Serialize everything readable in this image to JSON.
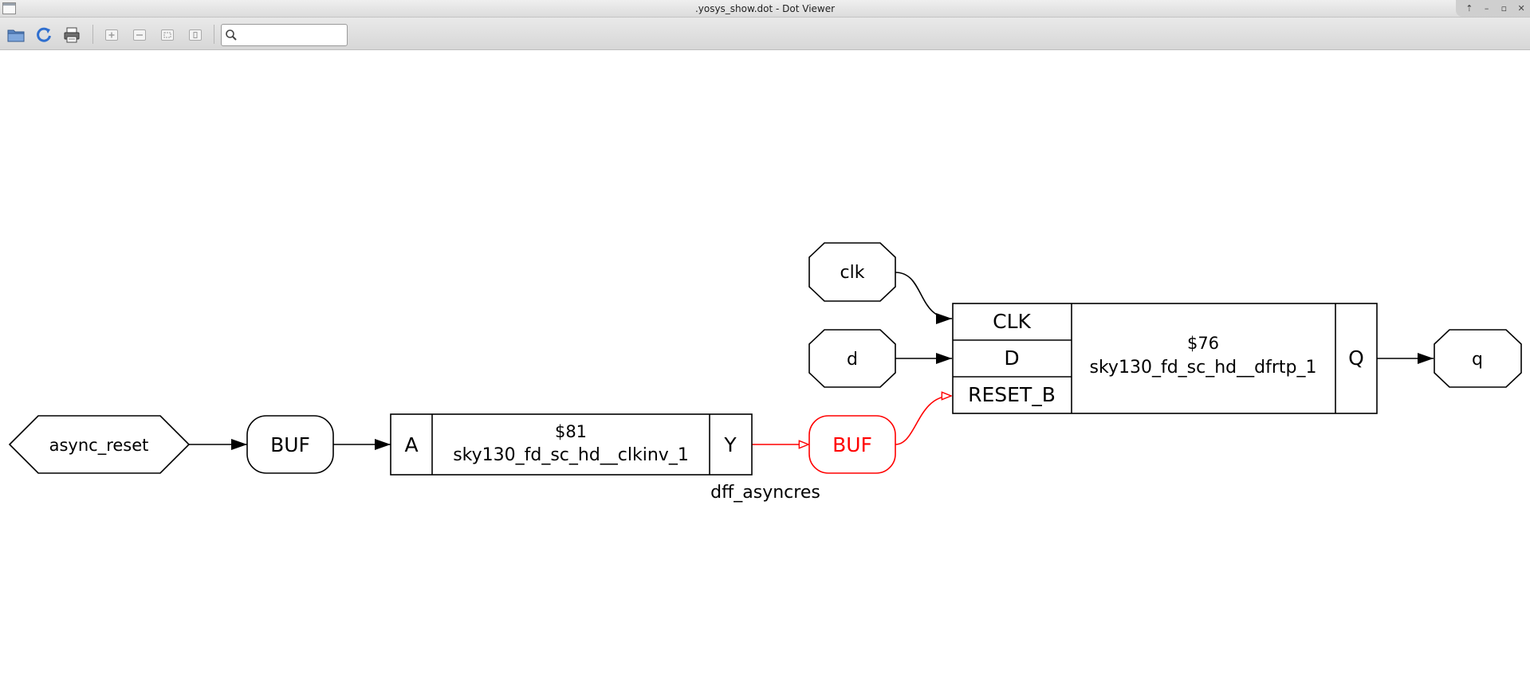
{
  "window": {
    "title": ".yosys_show.dot - Dot Viewer"
  },
  "toolbar": {
    "buttons": [
      {
        "name": "open-file",
        "icon": "folder-icon"
      },
      {
        "name": "reload",
        "icon": "refresh-icon"
      },
      {
        "name": "print",
        "icon": "printer-icon"
      },
      {
        "name": "zoom-in",
        "icon": "zoom-in-icon"
      },
      {
        "name": "zoom-out",
        "icon": "zoom-out-icon"
      },
      {
        "name": "zoom-fit",
        "icon": "zoom-fit-icon"
      },
      {
        "name": "zoom-100",
        "icon": "zoom-100-icon"
      }
    ],
    "search": {
      "value": "",
      "placeholder": ""
    }
  },
  "graph": {
    "nodes": {
      "async_reset": "async_reset",
      "buf1": "BUF",
      "inv_a": "A",
      "inv_id": "$81",
      "inv_type": "sky130_fd_sc_hd__clkinv_1",
      "inv_y": "Y",
      "buf2": "BUF",
      "clk": "clk",
      "d": "d",
      "ff_clk": "CLK",
      "ff_d": "D",
      "ff_reset": "RESET_B",
      "ff_id": "$76",
      "ff_type": "sky130_fd_sc_hd__dfrtp_1",
      "ff_q": "Q",
      "q": "q"
    },
    "module_label": "dff_asyncres",
    "colors": {
      "edge": "#000000",
      "highlight": "#ff0000",
      "stroke": "#000000"
    }
  }
}
